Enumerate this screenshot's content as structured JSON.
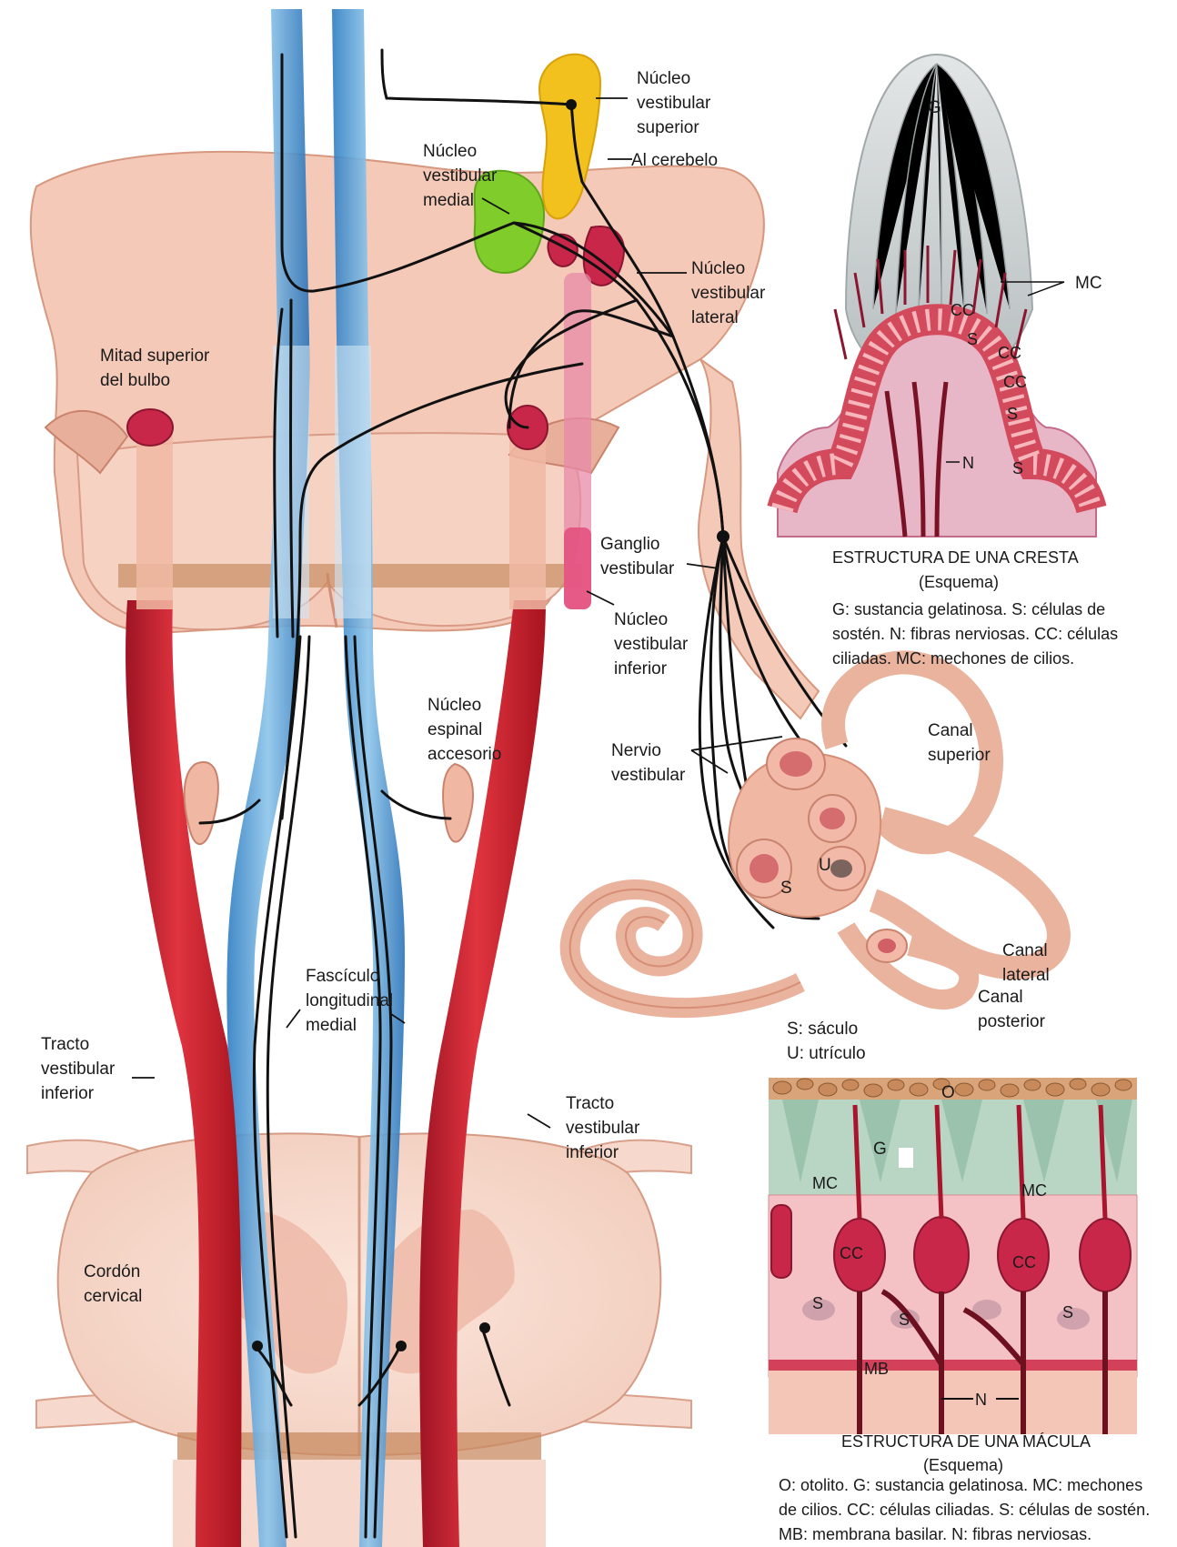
{
  "labels": {
    "nucleo_vestibular_superior": [
      "Núcleo",
      "vestibular",
      "superior"
    ],
    "al_cerebelo": "Al cerebelo",
    "nucleo_vestibular_medial": [
      "Núcleo",
      "vestibular",
      "medial"
    ],
    "nucleo_vestibular_lateral": [
      "Núcleo",
      "vestibular",
      "lateral"
    ],
    "mitad_superior_bulbo": [
      "Mitad superior",
      "del bulbo"
    ],
    "ganglio_vestibular": [
      "Ganglio",
      "vestibular"
    ],
    "nucleo_vestibular_inferior": [
      "Núcleo",
      "vestibular",
      "inferior"
    ],
    "nucleo_espinal_accesorio": [
      "Núcleo",
      "espinal",
      "accesorio"
    ],
    "nervio_vestibular": [
      "Nervio",
      "vestibular"
    ],
    "canal_superior": [
      "Canal",
      "superior"
    ],
    "canal_lateral": [
      "Canal",
      "lateral"
    ],
    "canal_posterior": [
      "Canal",
      "posterior"
    ],
    "fasciculo_longitudinal_medial": [
      "Fascículo",
      "longitudinal",
      "medial"
    ],
    "tracto_vestibular_inferior_left": [
      "Tracto",
      "vestibular",
      "inferior"
    ],
    "tracto_vestibular_inferior_right": [
      "Tracto",
      "vestibular",
      "inferior"
    ],
    "cordon_cervical": [
      "Cordón",
      "cervical"
    ],
    "labyrinth_S": "S",
    "labyrinth_U": "U",
    "legend_saculo": "S: sáculo",
    "legend_utriculo": "U: utrículo"
  },
  "cresta": {
    "letters": {
      "G": "G",
      "MC": "MC",
      "CC": "CC",
      "S": "S",
      "N": "N"
    },
    "title": "ESTRUCTURA DE UNA CRESTA",
    "subtitle": "(Esquema)",
    "description": [
      "G: sustancia gelatinosa. S: células de",
      "sostén. N: fibras nerviosas. CC: células",
      "ciliadas. MC: mechones de cilios."
    ]
  },
  "macula": {
    "letters": {
      "O": "O",
      "G": "G",
      "MC": "MC",
      "CC": "CC",
      "S": "S",
      "MB": "MB",
      "N": "N"
    },
    "title": "ESTRUCTURA DE UNA MÁCULA",
    "subtitle": "(Esquema)",
    "description": [
      "O: otolito. G: sustancia gelatinosa. MC: mechones",
      "de cilios. CC: células ciliadas. S: células de sostén.",
      "MB: membrana basilar. N: fibras nerviosas."
    ]
  },
  "colors": {
    "tissue": "#f4c9b8",
    "tissue_edge": "#d8957f",
    "tract_red": "#d42a35",
    "flm_blue": "#3c8fd0",
    "nucleus_yellow": "#f2c11d",
    "nucleus_green": "#7fcc2a",
    "nucleus_red": "#c8274a",
    "nerve": "#111111",
    "gel_gray": "#c9cfd0",
    "macula_green": "#b9d6c4"
  }
}
